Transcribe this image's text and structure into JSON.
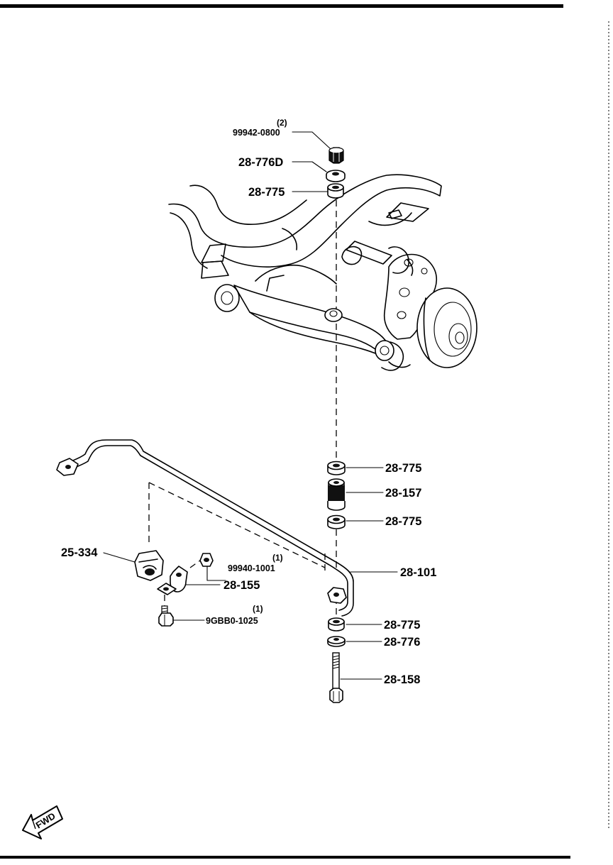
{
  "diagram": {
    "labels": [
      {
        "id": "nut-top",
        "part_no": "99942-0800",
        "qty": "(2)"
      },
      {
        "id": "washer-top",
        "part_no": "28-776D"
      },
      {
        "id": "bushing-top",
        "part_no": "28-775"
      },
      {
        "id": "bushing-1",
        "part_no": "28-775"
      },
      {
        "id": "spacer",
        "part_no": "28-157"
      },
      {
        "id": "bushing-2",
        "part_no": "28-775"
      },
      {
        "id": "stabilizer-bar",
        "part_no": "28-101"
      },
      {
        "id": "bushing-3",
        "part_no": "28-775"
      },
      {
        "id": "washer-bottom",
        "part_no": "28-776"
      },
      {
        "id": "bolt-link",
        "part_no": "28-158"
      },
      {
        "id": "mount-rubber",
        "part_no": "25-334"
      },
      {
        "id": "bracket-nut",
        "part_no": "99940-1001",
        "qty": "(1)"
      },
      {
        "id": "bracket",
        "part_no": "28-155"
      },
      {
        "id": "bracket-bolt",
        "part_no": "9GBB0-1025",
        "qty": "(1)"
      }
    ],
    "fwd_arrow": "FWD"
  }
}
